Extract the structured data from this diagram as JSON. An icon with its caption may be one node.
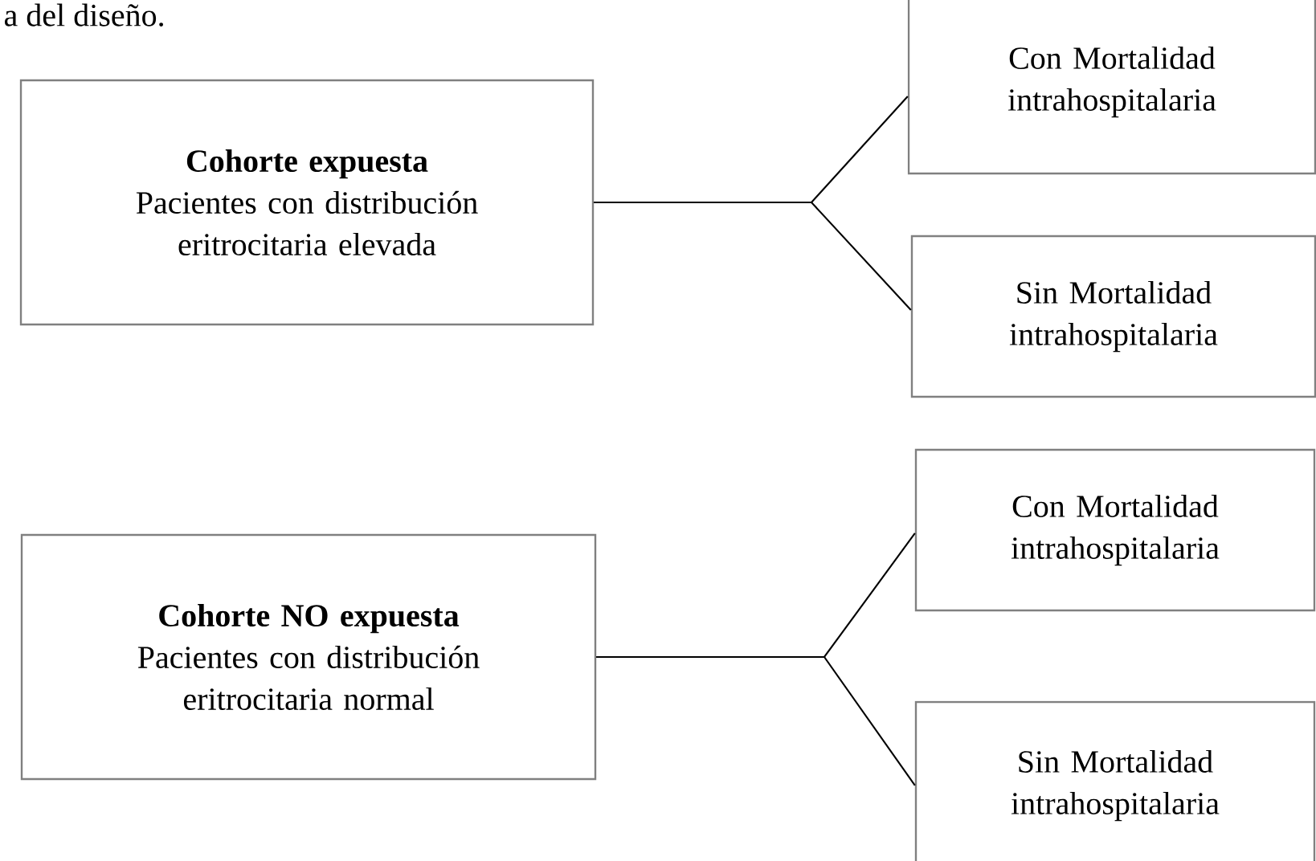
{
  "diagram": {
    "nodes": [
      {
        "text": [
          "Cohorte expuesta",
          "Pacientes con distribución eritrocitaria elevada"
        ]
      },
      {
        "text": [
          "Con Mortalidad intrahospitalaria"
        ]
      },
      {
        "text": [
          "Sin Mortalidad intrahospitalaria"
        ]
      },
      {
        "text": [
          "Cohorte NO expuesta",
          "Pacientes con distribución eritrocitaria normal"
        ]
      },
      {
        "text": [
          "Con Mortalidad intrahospitalaria"
        ]
      },
      {
        "text": [
          "Sin Mortalidad intrahospitalaria"
        ]
      }
    ],
    "edges": [
      {
        "from": 0,
        "to": 1,
        "arrow": "none"
      },
      {
        "from": 0,
        "to": 2,
        "arrow": "none"
      },
      {
        "from": 3,
        "to": 4,
        "arrow": "none"
      },
      {
        "from": 3,
        "to": 5,
        "arrow": "none"
      }
    ],
    "labels": [
      "a del diseño."
    ]
  }
}
